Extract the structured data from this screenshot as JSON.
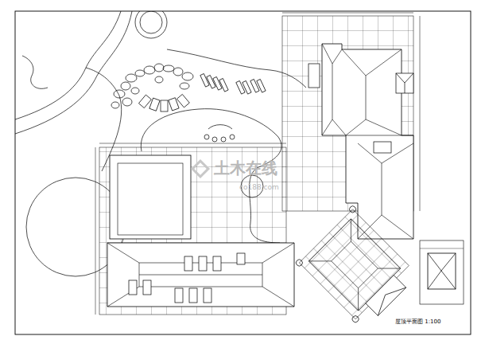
{
  "diagram": {
    "labels": [
      "土木在线",
      "co188.com",
      "屋顶平面图 1:100"
    ]
  }
}
